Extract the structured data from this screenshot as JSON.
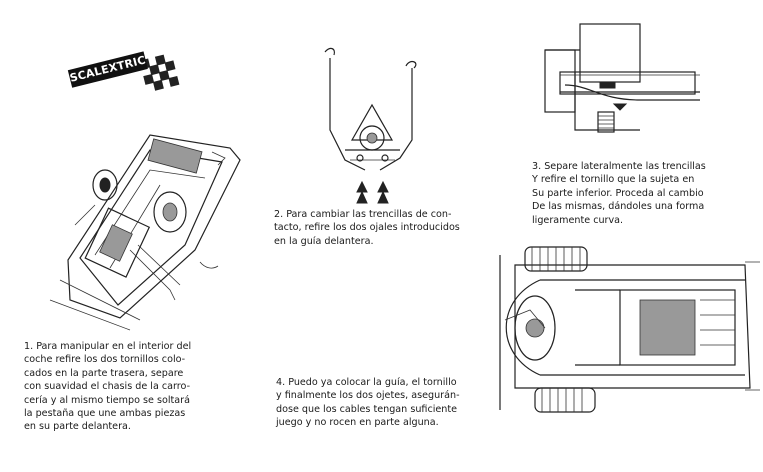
{
  "brand": {
    "logo_text": "SCALEXTRIC"
  },
  "steps": [
    {
      "text": "1. Para manipular en el interior del\ncoche  refire los dos tornillos colo-\ncados en   la parte trasera, separe\ncon suavidad  el chasis de la carro-\ncería y al mismo tiempo se soltará\n la pestaña que  une ambas piezas\nen su parte delantera."
    },
    {
      "text": "2. Para cambiar las  trencillas de  con-\ntacto, refire los dos ojales introducidos\nen la guía delantera."
    },
    {
      "text": "3.  Separe lateralmente las trencillas\nY refire  el  tornillo  que la  sujeta  en\nSu parte inferior. Proceda al cambio\nDe  las mismas, dándoles una forma\nligeramente curva."
    },
    {
      "text": "4.  Puedo ya colocar la guía, el tornillo\ny finalmente los  dos ojetes, asegurán-\ndose que los cables  tengan suficiente\njuego y no rocen en parte alguna."
    }
  ]
}
